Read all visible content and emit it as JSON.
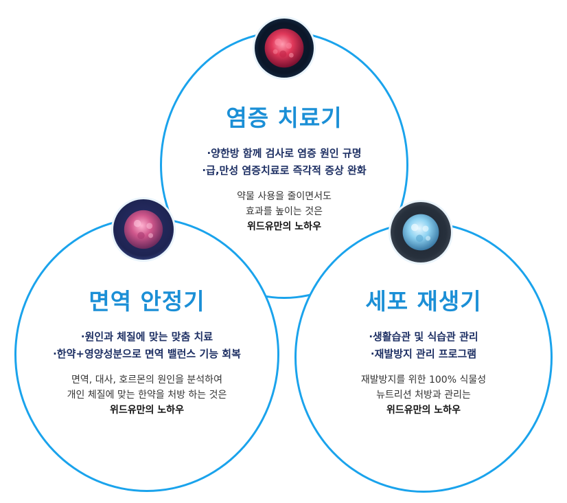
{
  "panels": {
    "top": {
      "title": "염증 치료기",
      "bullets": [
        "·양한방 함께 검사로 염증 원인 규명",
        "·급,만성 염증치료로 즉각적 증상 완화"
      ],
      "desc": [
        "약물 사용을 줄이면서도",
        "효과를 높이는 것은"
      ],
      "desc_strong": "위드유만의 노하우"
    },
    "left": {
      "title": "면역 안정기",
      "bullets": [
        "·원인과 체질에 맞는 맞춤 치료",
        "·한약+영양성분으로 면역 밸런스 기능 회복"
      ],
      "desc": [
        "면역, 대사, 호르몬의 원인을 분석하여",
        "개인 체질에 맞는 한약을 처방 하는 것은"
      ],
      "desc_strong": "위드유만의 노하우"
    },
    "right": {
      "title": "세포 재생기",
      "bullets": [
        "·생활습관 및 식습관 관리",
        "·재발방지 관리 프로그램"
      ],
      "desc": [
        "재발방지를 위한 100% 식물성",
        "뉴트리션 처방과 관리는"
      ],
      "desc_strong": "위드유만의 노하우"
    }
  },
  "colors": {
    "circle_border": "#1aa3ec",
    "title": "#1b8fd6",
    "bullet": "#1d2f63",
    "cell_top": "#e0385a",
    "cell_left": "#d0578c",
    "cell_right": "#8fd3f2"
  },
  "icons": {
    "top": "red-cell-icon",
    "left": "pink-cell-icon",
    "right": "blue-cell-icon"
  }
}
